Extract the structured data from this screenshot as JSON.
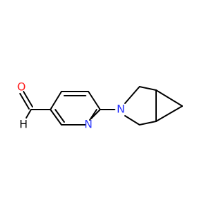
{
  "diagram": {
    "atoms": {
      "oxygen": "O",
      "hydrogen": "H",
      "pyridine_nitrogen": "N",
      "amine_nitrogen": "N"
    },
    "colors": {
      "bond": "#000000",
      "oxygen": "#ff1f1f",
      "nitrogen": "#2f3bff",
      "hydrogen": "#000000",
      "background": "#ffffff"
    }
  }
}
